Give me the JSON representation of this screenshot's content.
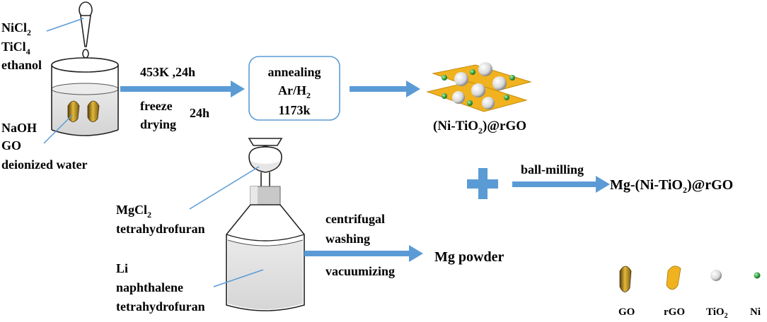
{
  "reagents_top": {
    "line1": "NiCl",
    "line1_sub": "2",
    "line2": "TiCl",
    "line2_sub": "4",
    "line3": "ethanol"
  },
  "reagents_beaker": {
    "line1": "NaOH",
    "line2": "GO",
    "line3": "deionized water"
  },
  "step1": {
    "condition": "453K ,24h",
    "freeze": "freeze",
    "drying": "drying",
    "time": "24h"
  },
  "annealing": {
    "line1": "annealing",
    "line2": "Ar/H",
    "line2_sub": "2",
    "line3": "1173k"
  },
  "product1": {
    "prefix": "(Ni-TiO",
    "sub": "2",
    "suffix": ")@rGO"
  },
  "ball_milling": "ball-milling",
  "final_product": {
    "prefix": "Mg-(Ni-TiO",
    "sub": "2",
    "suffix": ")@rGO"
  },
  "mg_reagents": {
    "line1": "MgCl",
    "line1_sub": "2",
    "line2": "tetrahydrofuran"
  },
  "li_reagents": {
    "line1": "Li",
    "line2": "naphthalene",
    "line3": "tetrahydrofuran"
  },
  "mg_step": {
    "line1": "centrifugal",
    "line2": "washing",
    "line3": "vacuumizing"
  },
  "mg_powder": "Mg powder",
  "legend": {
    "go": "GO",
    "rgo": "rGO",
    "tio2": "TiO",
    "tio2_sub": "2",
    "ni": "Ni"
  },
  "colors": {
    "arrow": "#5b9bd5",
    "gold": "#c9a227",
    "gold_dark": "#6b4e10",
    "sheet": "#f0b21e",
    "ni_green": "#3aa64a",
    "box_border": "#5b9bd5",
    "liquid": "#e6e6e6"
  }
}
